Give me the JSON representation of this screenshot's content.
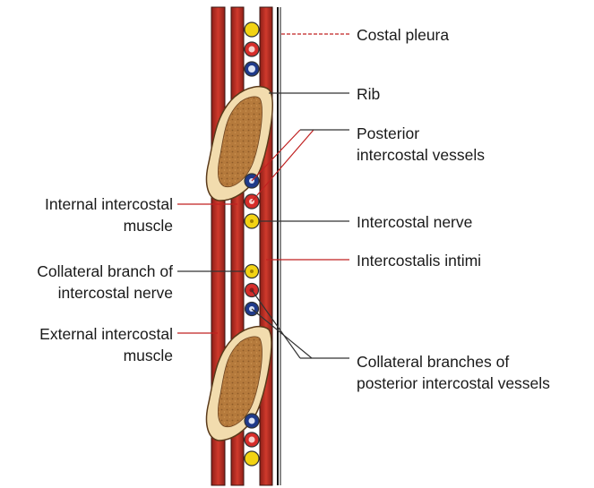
{
  "labels": {
    "costal_pleura": "Costal pleura",
    "rib": "Rib",
    "posterior_vessels": [
      "Posterior",
      "intercostal vessels"
    ],
    "intercostal_nerve": "Intercostal nerve",
    "intercostalis_intimi": "Intercostalis intimi",
    "collateral_vessels": [
      "Collateral branches of",
      "posterior intercostal vessels"
    ],
    "internal_muscle": [
      "Internal intercostal",
      "muscle"
    ],
    "collateral_nerve": [
      "Collateral branch of",
      "intercostal nerve"
    ],
    "external_muscle": [
      "External intercostal",
      "muscle"
    ]
  },
  "colors": {
    "muscle": "#c8302a",
    "muscle_dark": "#8e1f18",
    "rib_outer": "#f2dcae",
    "rib_inner": "#b57a3c",
    "artery": "#d62d2a",
    "vein": "#1f3a8a",
    "nerve": "#f2d313",
    "leader": "#333333",
    "leader_red": "#c02020"
  }
}
